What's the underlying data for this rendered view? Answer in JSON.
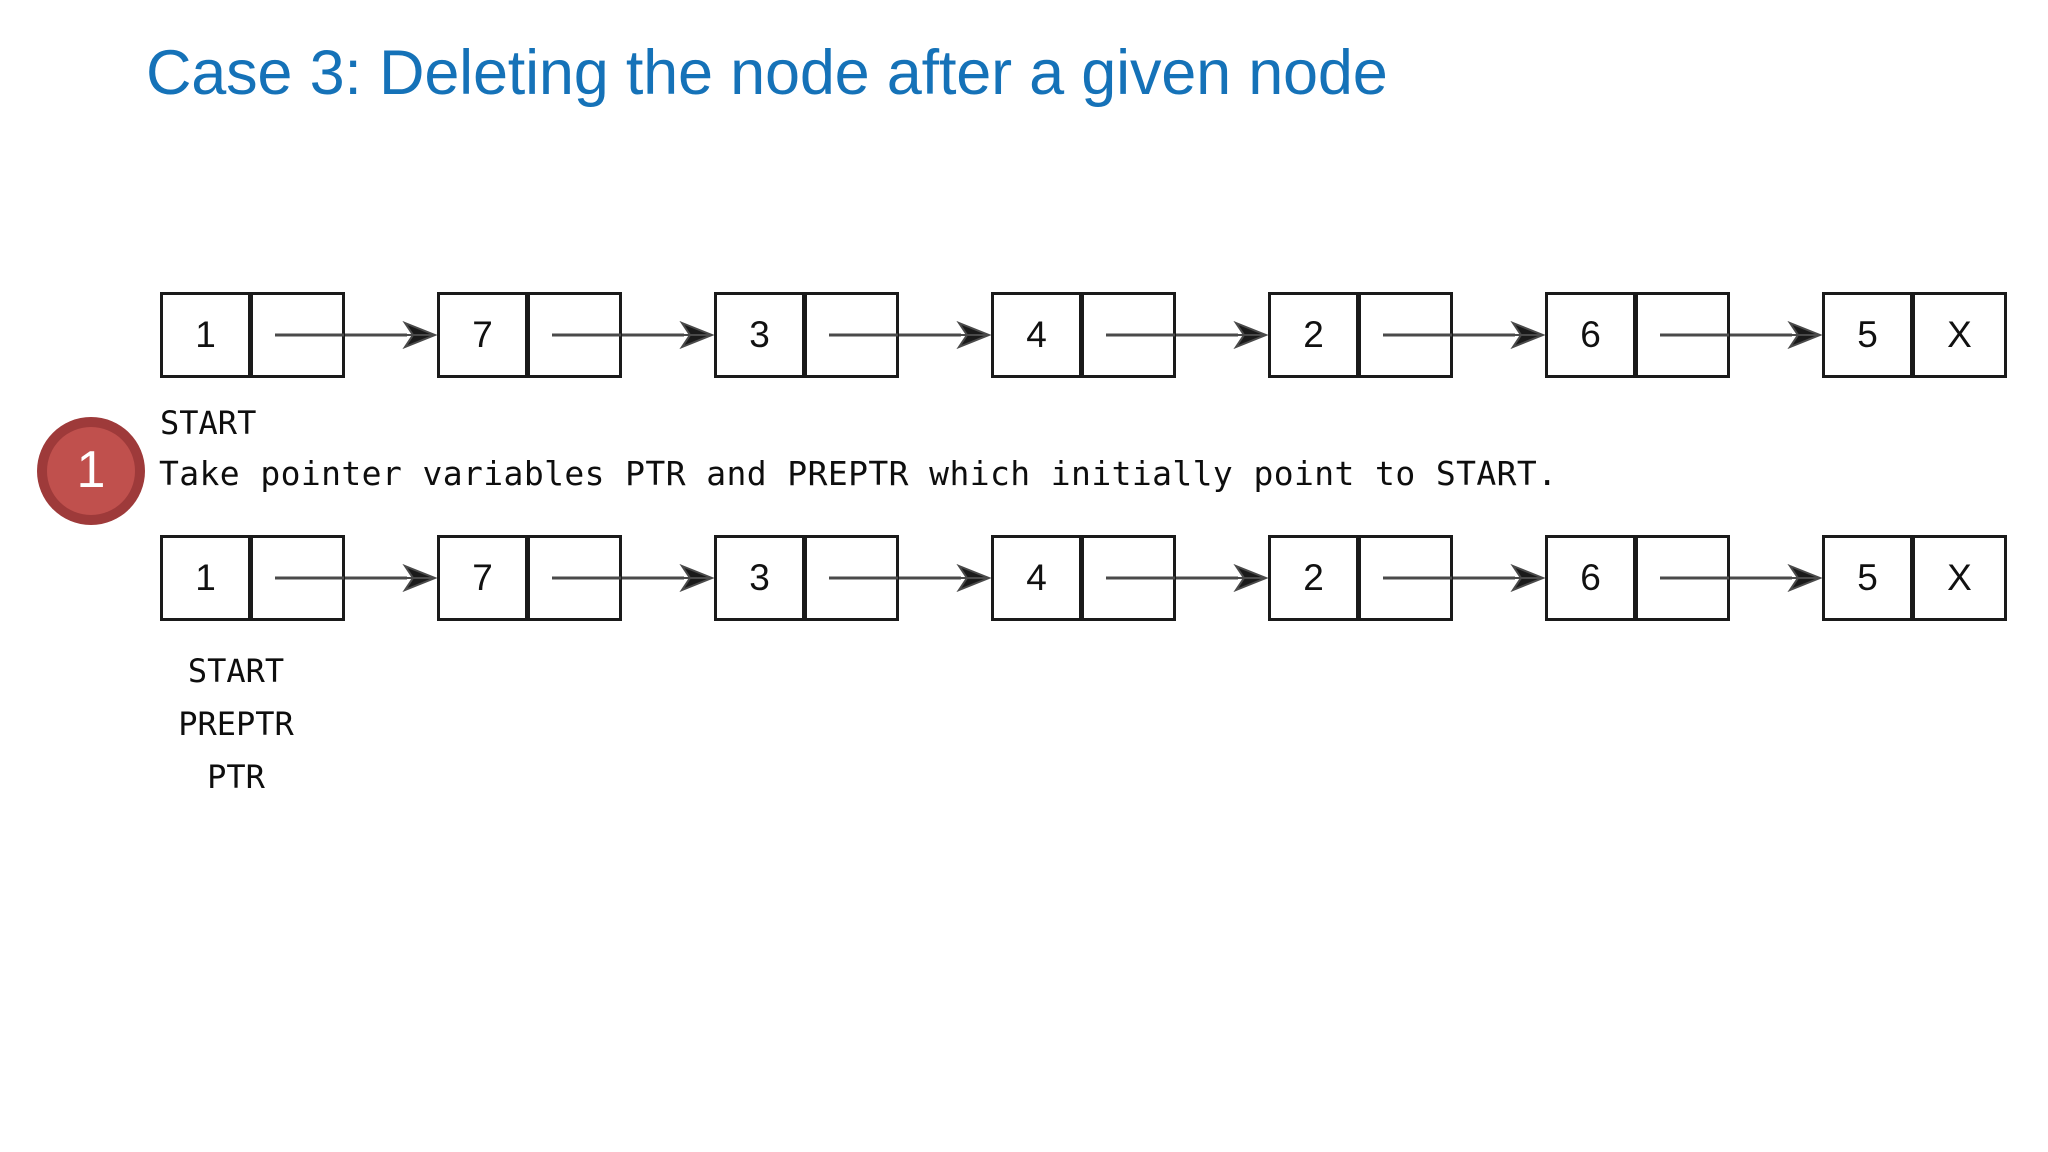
{
  "slide": {
    "title": "Case 3: Deleting the node after a given node",
    "title_color": "#1572b8",
    "background_color": "#ffffff"
  },
  "step_badge": {
    "number": "1",
    "ring_color": "#9e3a3a",
    "fill_color": "#c0504d",
    "text_color": "#ffffff"
  },
  "instruction": {
    "text": "Take pointer variables PTR and PREPTR which initially point to START."
  },
  "diagram": {
    "type": "singly-linked-list",
    "rows": [
      {
        "id": "row-before",
        "nodes": [
          {
            "value": "1",
            "next": "pointer"
          },
          {
            "value": "7",
            "next": "pointer"
          },
          {
            "value": "3",
            "next": "pointer"
          },
          {
            "value": "4",
            "next": "pointer"
          },
          {
            "value": "2",
            "next": "pointer"
          },
          {
            "value": "6",
            "next": "pointer"
          },
          {
            "value": "5",
            "next": "X"
          }
        ],
        "labels": [
          {
            "text": "START",
            "target_node_index": 0
          }
        ]
      },
      {
        "id": "row-after",
        "nodes": [
          {
            "value": "1",
            "next": "pointer"
          },
          {
            "value": "7",
            "next": "pointer"
          },
          {
            "value": "3",
            "next": "pointer"
          },
          {
            "value": "4",
            "next": "pointer"
          },
          {
            "value": "2",
            "next": "pointer"
          },
          {
            "value": "6",
            "next": "pointer"
          },
          {
            "value": "5",
            "next": "X"
          }
        ],
        "labels": [
          {
            "text": "START",
            "target_node_index": 0
          },
          {
            "text": "PREPTR",
            "target_node_index": 0
          },
          {
            "text": "PTR",
            "target_node_index": 0
          }
        ]
      }
    ],
    "node_border_color": "#1a1a1a",
    "arrow_color": "#4a4a4a"
  }
}
